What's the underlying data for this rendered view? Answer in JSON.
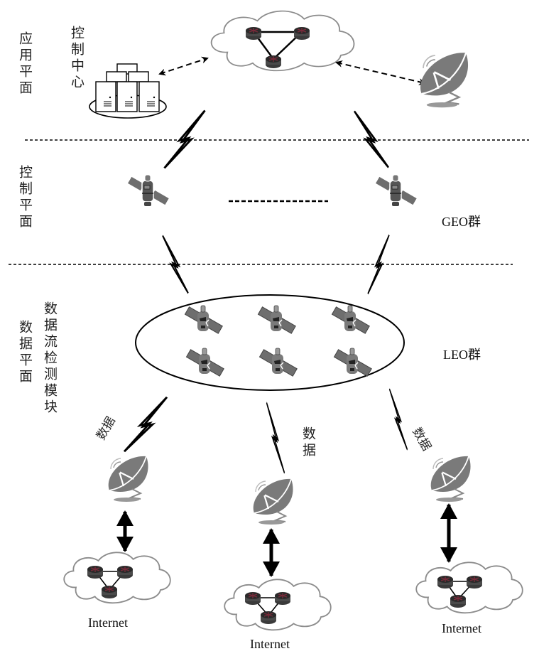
{
  "planes": {
    "application": "应用平面",
    "control": "控制平面",
    "data": "数据平面"
  },
  "labels": {
    "control_center": "控制中心",
    "data_flow_module": "数据流检测模块",
    "geo_group": "GEO群",
    "leo_group": "LEO群",
    "data_left": "数据",
    "data_middle": "数据",
    "data_right": "数据",
    "internet_left": "Internet",
    "internet_middle": "Internet",
    "internet_right": "Internet"
  },
  "icons": {
    "router": "router-icon",
    "satellite": "satellite-icon",
    "dish": "satellite-dish-icon",
    "server": "server-icon",
    "lightning": "wireless-link-icon",
    "cloud": "cloud-icon"
  },
  "colors": {
    "line": "#000000",
    "cloud_stroke": "#8c8c8c",
    "dish_fill": "#7a7a7a",
    "bolt_fill": "#d8d8d8",
    "satellite_body": "#555555",
    "panel": "#6e6e6e"
  }
}
